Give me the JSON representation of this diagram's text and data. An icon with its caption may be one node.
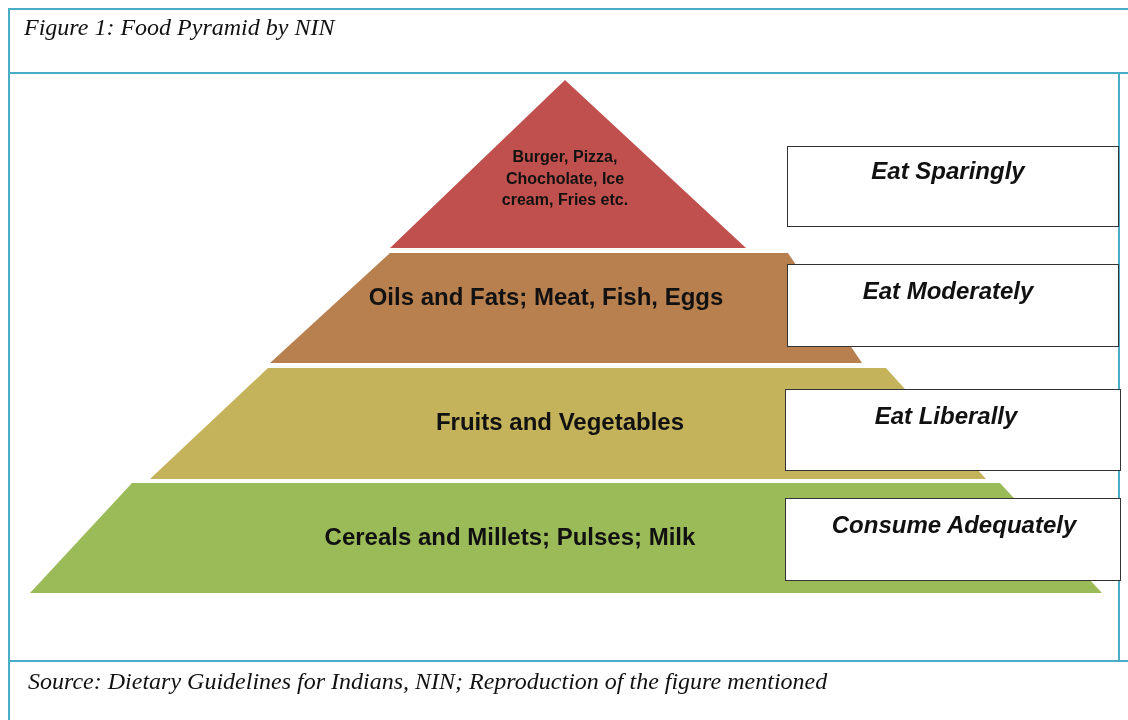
{
  "diagram": {
    "title": "Figure 1: Food Pyramid by NIN",
    "caption": "Source: Dietary Guidelines for Indians, NIN; Reproduction of the figure mentioned",
    "nodes": [
      {
        "text": [
          "Burger, Pizza, Chocholate, Ice cream, Fries etc."
        ]
      },
      {
        "text": [
          "Eat Sparingly"
        ]
      },
      {
        "text": [
          "Oils and Fats; Meat, Fish, Eggs"
        ]
      },
      {
        "text": [
          "Eat Moderately"
        ]
      },
      {
        "text": [
          "Fruits and Vegetables"
        ]
      },
      {
        "text": [
          "Eat Liberally"
        ]
      },
      {
        "text": [
          "Cereals and Millets; Pulses; Milk"
        ]
      },
      {
        "text": [
          "Consume Adequately"
        ]
      }
    ]
  }
}
